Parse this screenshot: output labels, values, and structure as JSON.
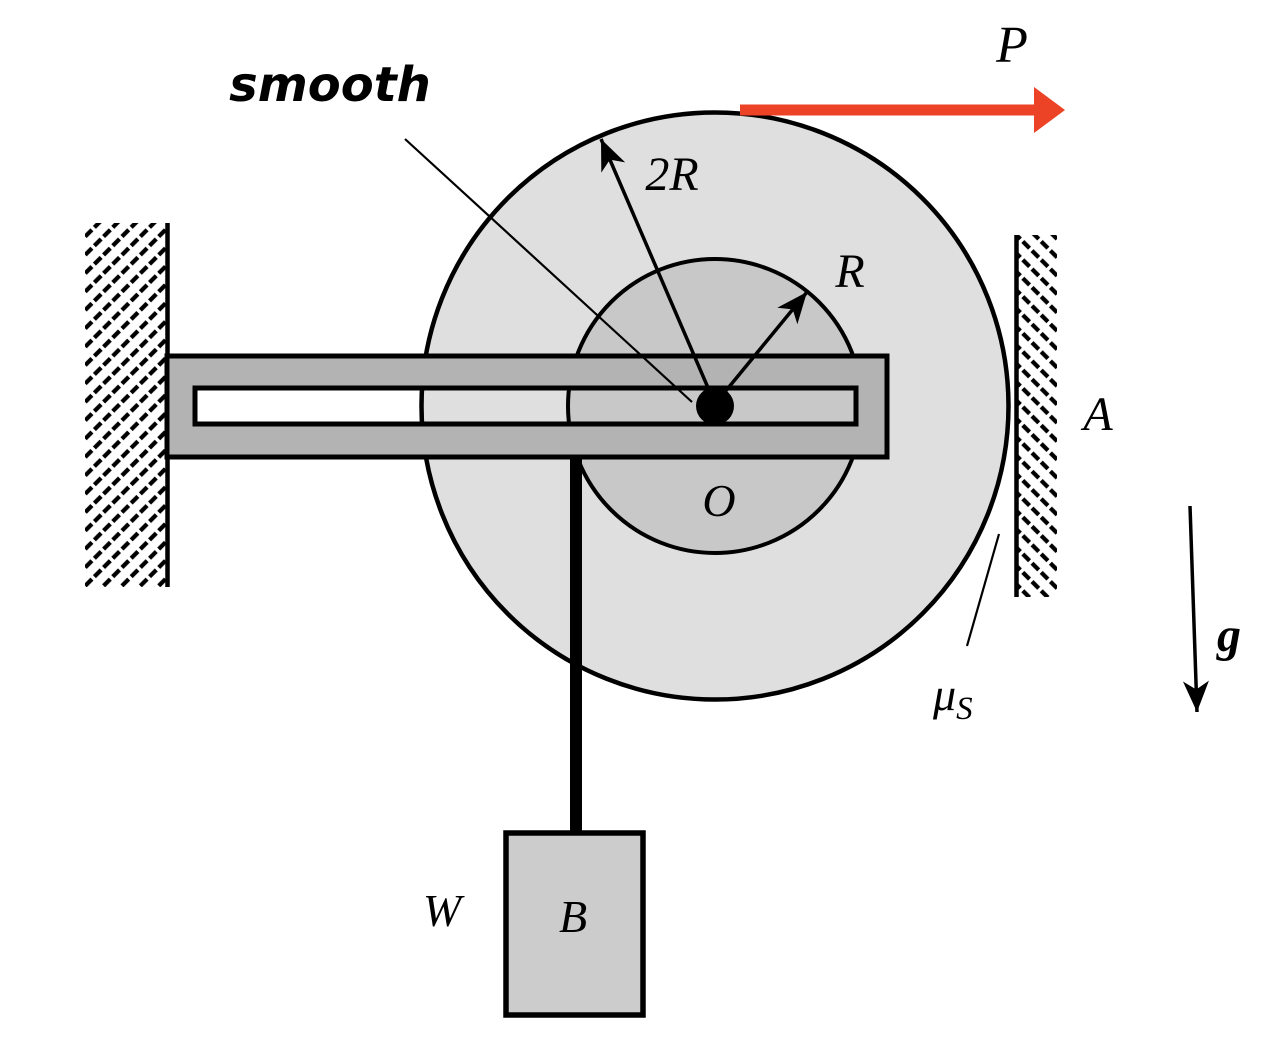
{
  "diagram": {
    "kind": "rigid-body statics figure: stepped drum pinned in a slotted bar between walls",
    "labels": {
      "smooth": "smooth",
      "force": "P",
      "outer_radius": "2R",
      "inner_radius": "R",
      "center": "O",
      "contact_point": "A",
      "mu": "μ",
      "mu_sub": "S",
      "gravity": "g",
      "weight": "W",
      "block": "B"
    },
    "colors": {
      "force_arrow": "#EC4226",
      "outer_disc": "#DFDFDF",
      "inner_drum": "#C8C8C8",
      "bar": "#B3B3B3",
      "block_fill": "#CCCCCC",
      "ink": "#000000",
      "background": "#FFFFFF"
    }
  }
}
